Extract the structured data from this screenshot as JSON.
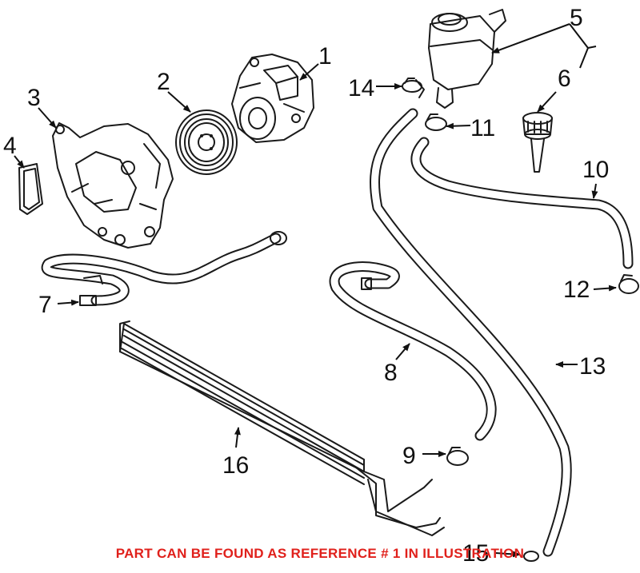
{
  "callouts": [
    {
      "id": "1",
      "label": "1"
    },
    {
      "id": "2",
      "label": "2"
    },
    {
      "id": "3",
      "label": "3"
    },
    {
      "id": "4",
      "label": "4"
    },
    {
      "id": "5",
      "label": "5"
    },
    {
      "id": "6",
      "label": "6"
    },
    {
      "id": "7",
      "label": "7"
    },
    {
      "id": "8",
      "label": "8"
    },
    {
      "id": "9",
      "label": "9"
    },
    {
      "id": "10",
      "label": "10"
    },
    {
      "id": "11",
      "label": "11"
    },
    {
      "id": "12",
      "label": "12"
    },
    {
      "id": "13",
      "label": "13"
    },
    {
      "id": "14",
      "label": "14"
    },
    {
      "id": "15",
      "label": "15"
    },
    {
      "id": "16",
      "label": "16"
    }
  ],
  "footer_note": "PART CAN BE FOUND AS REFERENCE # 1 IN ILLUSTRATION",
  "colors": {
    "footer_text": "#e0201b",
    "line_art": "#1a1a1a",
    "background": "#ffffff"
  }
}
